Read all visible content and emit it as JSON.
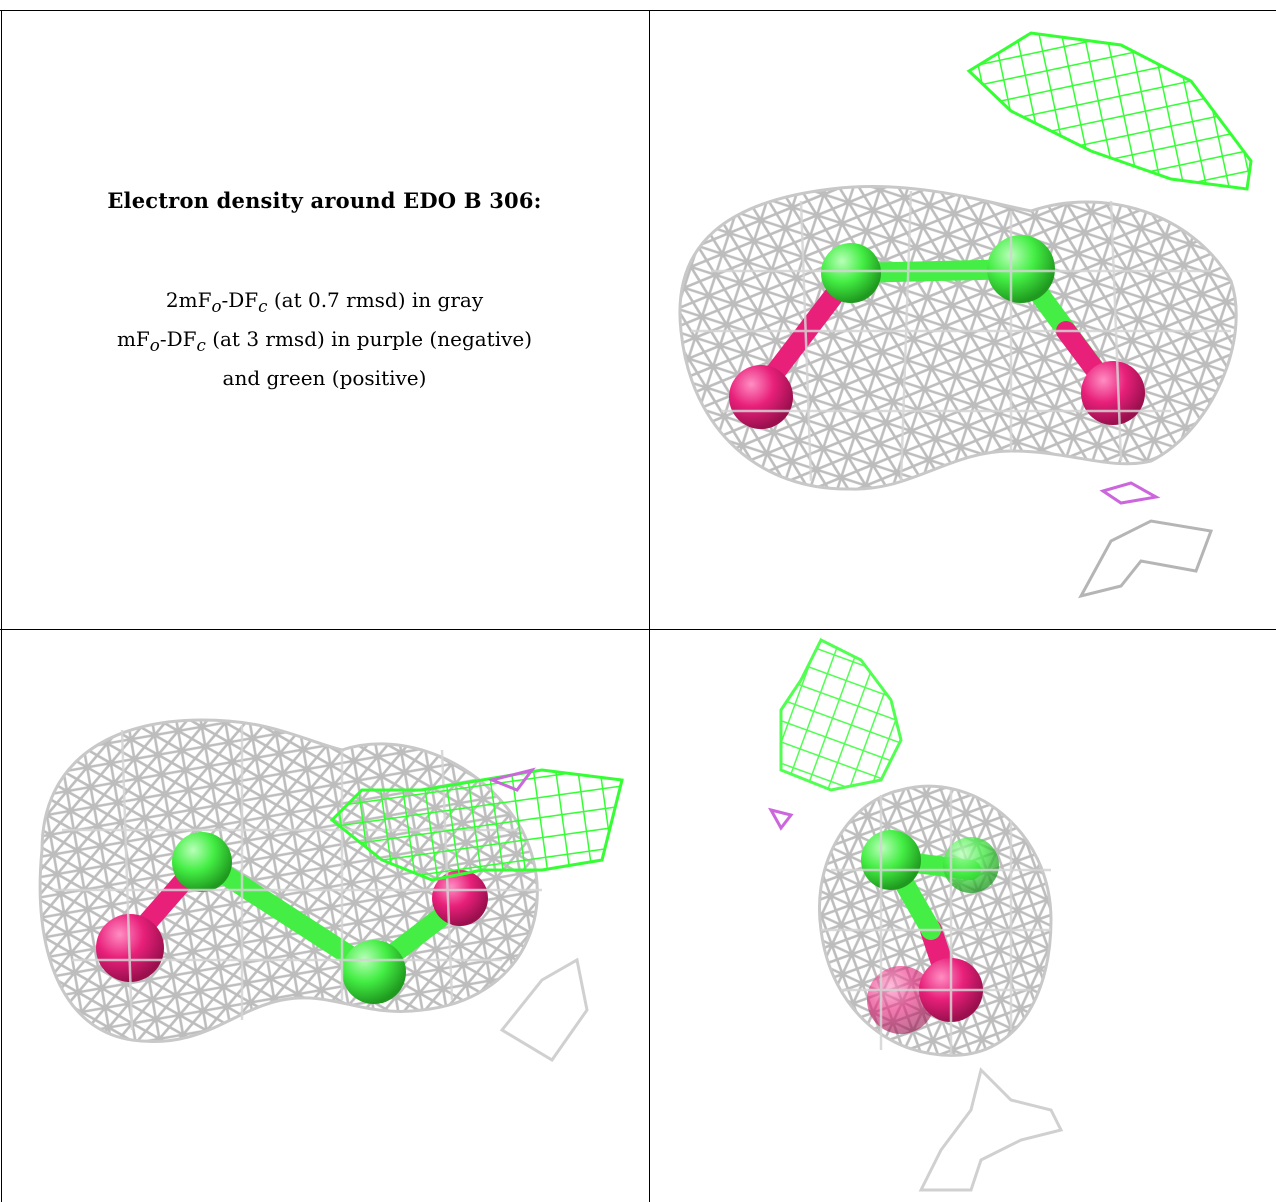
{
  "caption": {
    "title": "Electron density around EDO B 306:",
    "legend": [
      {
        "m1": "2mF",
        "s1": "o",
        "m2": "-DF",
        "s2": "c",
        "rest": " (at 0.7 rmsd) in gray"
      },
      {
        "m1": "mF",
        "s1": "o",
        "m2": "-DF",
        "s2": "c",
        "rest": " (at 3 rmsd) in purple (negative)"
      },
      {
        "m1": "",
        "s1": "",
        "m2": "",
        "s2": "",
        "rest": "and green (positive)"
      }
    ]
  },
  "colors": {
    "mesh_2fofc": "#bdbdbd",
    "mesh_positive": "#33ff33",
    "mesh_negative": "#cc66dd",
    "carbon": "#44ee44",
    "oxygen": "#e8207a"
  },
  "views": [
    {
      "name": "view-1",
      "icon": "molecule-mesh-icon"
    },
    {
      "name": "view-2",
      "icon": "molecule-mesh-icon"
    },
    {
      "name": "view-3",
      "icon": "molecule-mesh-icon"
    }
  ]
}
